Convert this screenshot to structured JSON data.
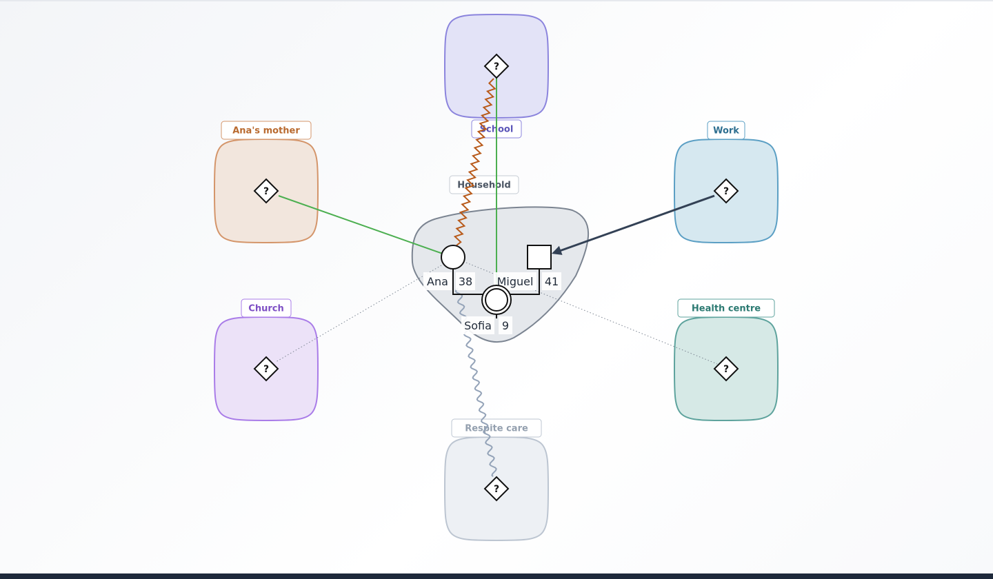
{
  "colors": {
    "household_fill": "#e5e8ec",
    "household_stroke": "#7b8491",
    "strong_tie": "#4caf50",
    "stressful_tie": "#b85a1a",
    "energy_flow": "#334155",
    "weak_tie": "#7b8491",
    "tenuous_tie": "#94a3b8"
  },
  "household": {
    "label": "Household",
    "members": [
      {
        "name": "Ana",
        "age": "38",
        "shape": "circle"
      },
      {
        "name": "Miguel",
        "age": "41",
        "shape": "square"
      },
      {
        "name": "Sofia",
        "age": "9",
        "shape": "circle-double"
      }
    ]
  },
  "systems": [
    {
      "id": "school",
      "label": "School",
      "fill": "#e3e3f7",
      "stroke": "#8b84dd",
      "text": "#5b55b8",
      "symbol": "?"
    },
    {
      "id": "anas-mother",
      "label": "Ana's mother",
      "fill": "#f2e6dd",
      "stroke": "#d4956a",
      "text": "#b96a2f",
      "symbol": "?"
    },
    {
      "id": "work",
      "label": "Work",
      "fill": "#d6e8f0",
      "stroke": "#5b9fc4",
      "text": "#2e6f90",
      "symbol": "?"
    },
    {
      "id": "church",
      "label": "Church",
      "fill": "#ece2f8",
      "stroke": "#a97ce8",
      "text": "#7d4ec4",
      "symbol": "?"
    },
    {
      "id": "health-centre",
      "label": "Health centre",
      "fill": "#d6e9e6",
      "stroke": "#5ea39d",
      "text": "#2c7a72",
      "symbol": "?"
    },
    {
      "id": "respite-care",
      "label": "Respite care",
      "fill": "#edf0f4",
      "stroke": "#bcc5d1",
      "text": "#94a0af",
      "symbol": "?"
    }
  ]
}
